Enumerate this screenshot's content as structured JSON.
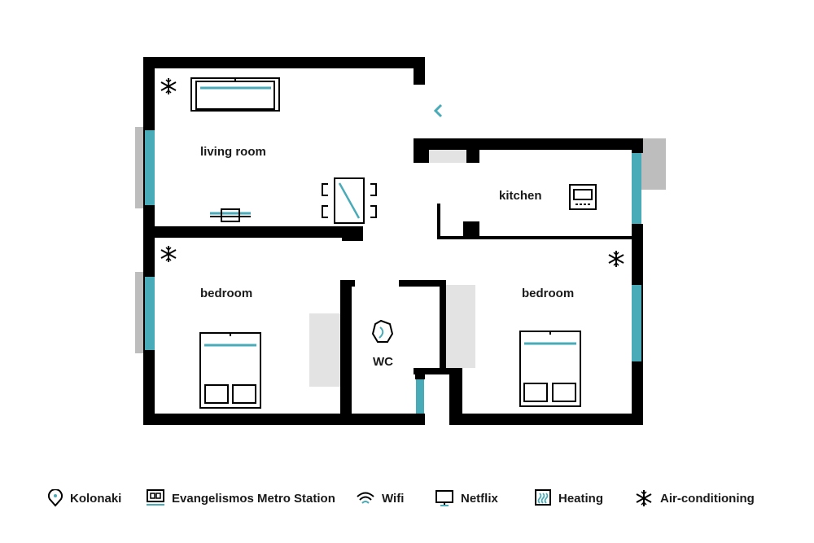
{
  "colors": {
    "wall": "#000000",
    "window": "#4aabb8",
    "shade": "#bdbdbd",
    "light_shade": "#e3e3e3",
    "accent": "#4aabb8"
  },
  "rooms": {
    "living_room": "living room",
    "kitchen": "kitchen",
    "bedroom_left": "bedroom",
    "bedroom_right": "bedroom",
    "wc": "WC"
  },
  "legend": [
    {
      "icon": "location-pin-icon",
      "label": "Kolonaki"
    },
    {
      "icon": "metro-station-icon",
      "label": "Evangelismos Metro Station"
    },
    {
      "icon": "wifi-icon",
      "label": "Wifi"
    },
    {
      "icon": "tv-icon",
      "label": "Netflix"
    },
    {
      "icon": "heating-icon",
      "label": "Heating"
    },
    {
      "icon": "snowflake-icon",
      "label": "Air-conditioning"
    }
  ]
}
